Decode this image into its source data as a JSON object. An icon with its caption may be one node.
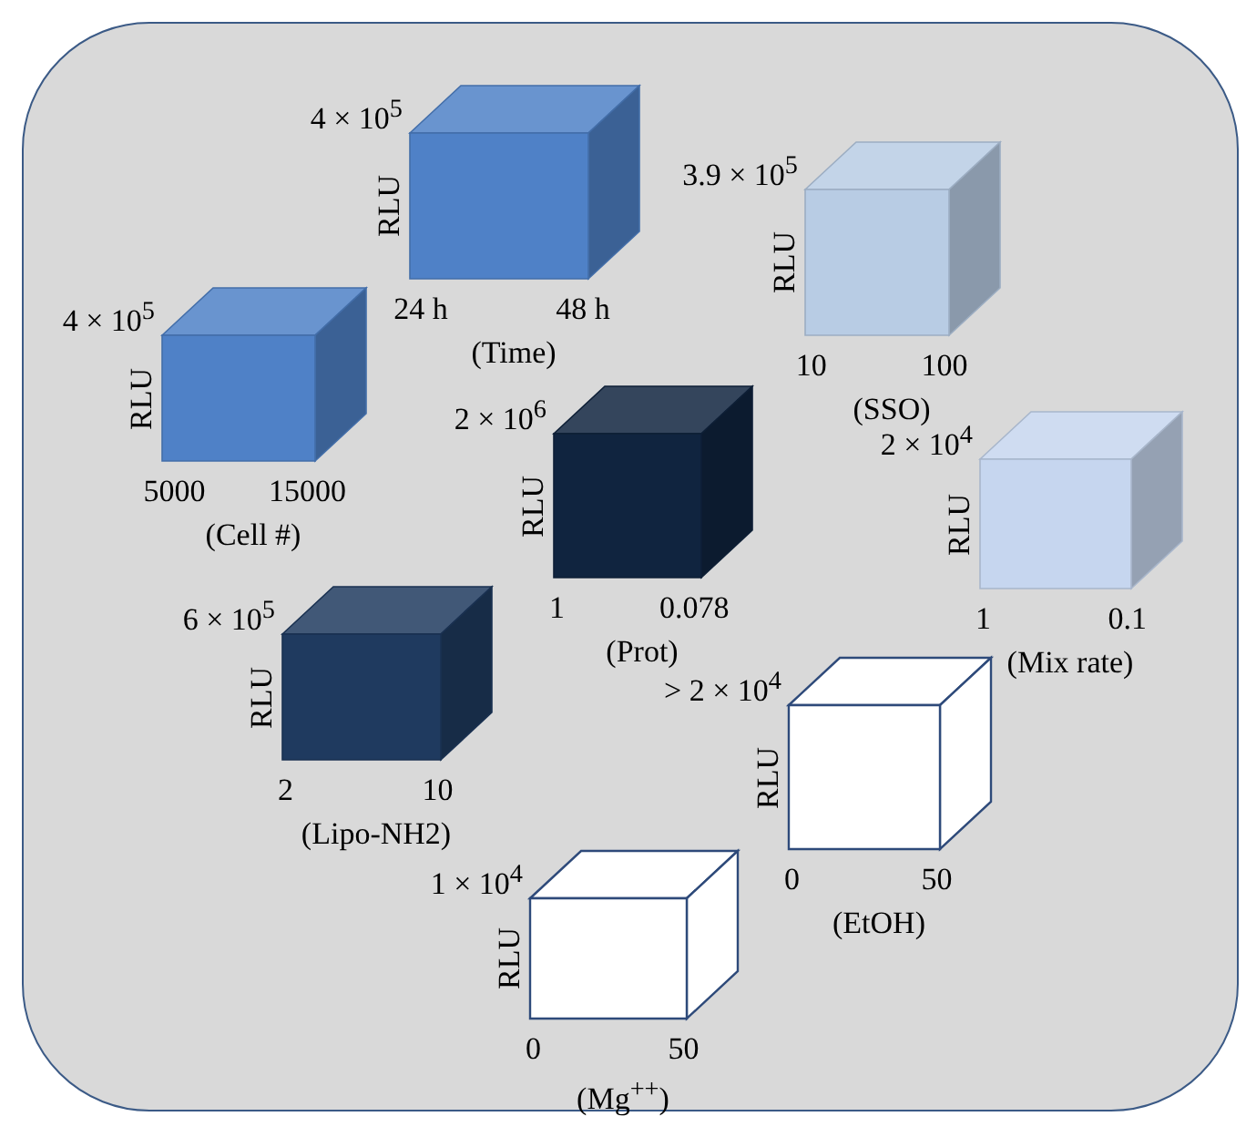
{
  "diagram": {
    "nodes": [
      {
        "text": [],
        "shape": "box"
      },
      {
        "text": [],
        "shape": "cube",
        "in": 0,
        "beside": [
          "4 × 10$^{5}$",
          "RLU",
          "24 h",
          "48 h",
          "(Time)"
        ]
      },
      {
        "text": [],
        "shape": "cube",
        "in": 0,
        "beside": [
          "3.9 × 10$^{5}$",
          "RLU",
          "10",
          "100",
          "(SSO)"
        ]
      },
      {
        "text": [],
        "shape": "cube",
        "in": 0,
        "beside": [
          "4 × 10$^{5}$",
          "RLU",
          "5000",
          "15000",
          "(Cell #)"
        ]
      },
      {
        "text": [],
        "shape": "cube",
        "in": 0,
        "beside": [
          "2 × 10$^{6}$",
          "RLU",
          "1",
          "0.078",
          "(Prot)"
        ]
      },
      {
        "text": [],
        "shape": "cube",
        "in": 0,
        "beside": [
          "2 × 10$^{4}$",
          "RLU",
          "1",
          "0.1",
          "(Mix rate)"
        ]
      },
      {
        "text": [],
        "shape": "cube",
        "in": 0,
        "beside": [
          "6 × 10$^{5}$",
          "RLU",
          "2",
          "10",
          "(Lipo-NH2)"
        ]
      },
      {
        "text": [],
        "shape": "cube",
        "in": 0,
        "beside": [
          "> 2 × 10$^{4}$",
          "RLU",
          "0",
          "50",
          "(EtOH)"
        ]
      },
      {
        "text": [],
        "shape": "cube",
        "in": 0,
        "beside": [
          "1 × 10$^{4}$",
          "RLU",
          "0",
          "50",
          "(Mg$^{++}$)"
        ]
      }
    ]
  }
}
